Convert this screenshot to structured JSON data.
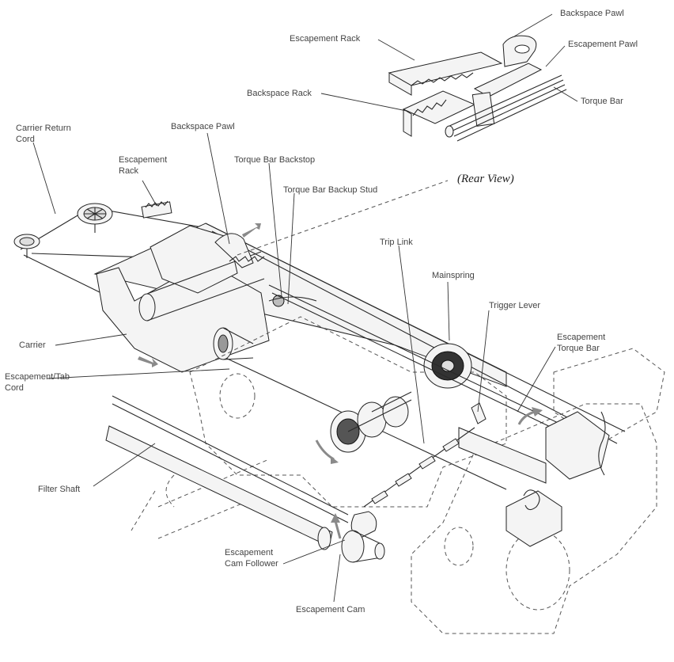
{
  "labels": {
    "backspace_pawl_top": "Backspace Pawl",
    "escapement_rack_top": "Escapement Rack",
    "escapement_pawl_top": "Escapement Pawl",
    "backspace_rack_top": "Backspace Rack",
    "torque_bar_top": "Torque Bar",
    "carrier_return_cord": [
      "Carrier Return",
      "Cord"
    ],
    "escapement_rack": [
      "Escapement",
      "Rack"
    ],
    "backspace_pawl": "Backspace Pawl",
    "torque_bar_backstop": "Torque Bar Backstop",
    "torque_bar_backup_stud": "Torque Bar Backup Stud",
    "rear_view": "(Rear View)",
    "trip_link": "Trip Link",
    "mainspring": "Mainspring",
    "trigger_lever": "Trigger Lever",
    "escapement_torque_bar": [
      "Escapement",
      "Torque Bar"
    ],
    "carrier": "Carrier",
    "escapement_tab_cord": [
      "Escapement/Tab",
      "Cord"
    ],
    "filter_shaft": "Filter Shaft",
    "escapement_cam_follower": [
      "Escapement",
      "Cam Follower"
    ],
    "escapement_cam": "Escapement Cam"
  }
}
